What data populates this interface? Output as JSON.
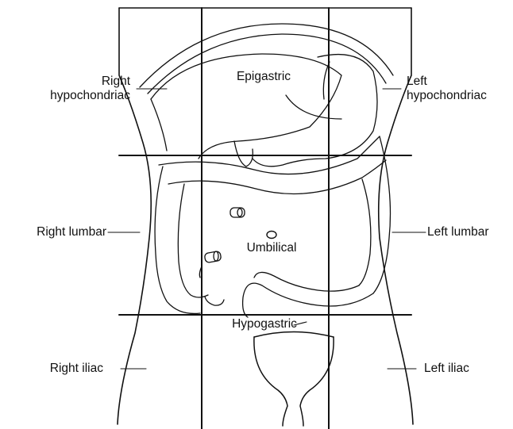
{
  "diagram": {
    "line_color": "#111111",
    "background": "#ffffff"
  },
  "regions": {
    "right_hypochondriac": {
      "line1": "Right",
      "line2": "hypochondriac"
    },
    "epigastric": {
      "label": "Epigastric"
    },
    "left_hypochondriac": {
      "line1": "Left",
      "line2": "hypochondriac"
    },
    "right_lumbar": {
      "label": "Right lumbar"
    },
    "umbilical": {
      "label": "Umbilical"
    },
    "left_lumbar": {
      "label": "Left lumbar"
    },
    "right_iliac": {
      "label": "Right iliac"
    },
    "hypogastric": {
      "label": "Hypogastric"
    },
    "left_iliac": {
      "label": "Left iliac"
    }
  }
}
